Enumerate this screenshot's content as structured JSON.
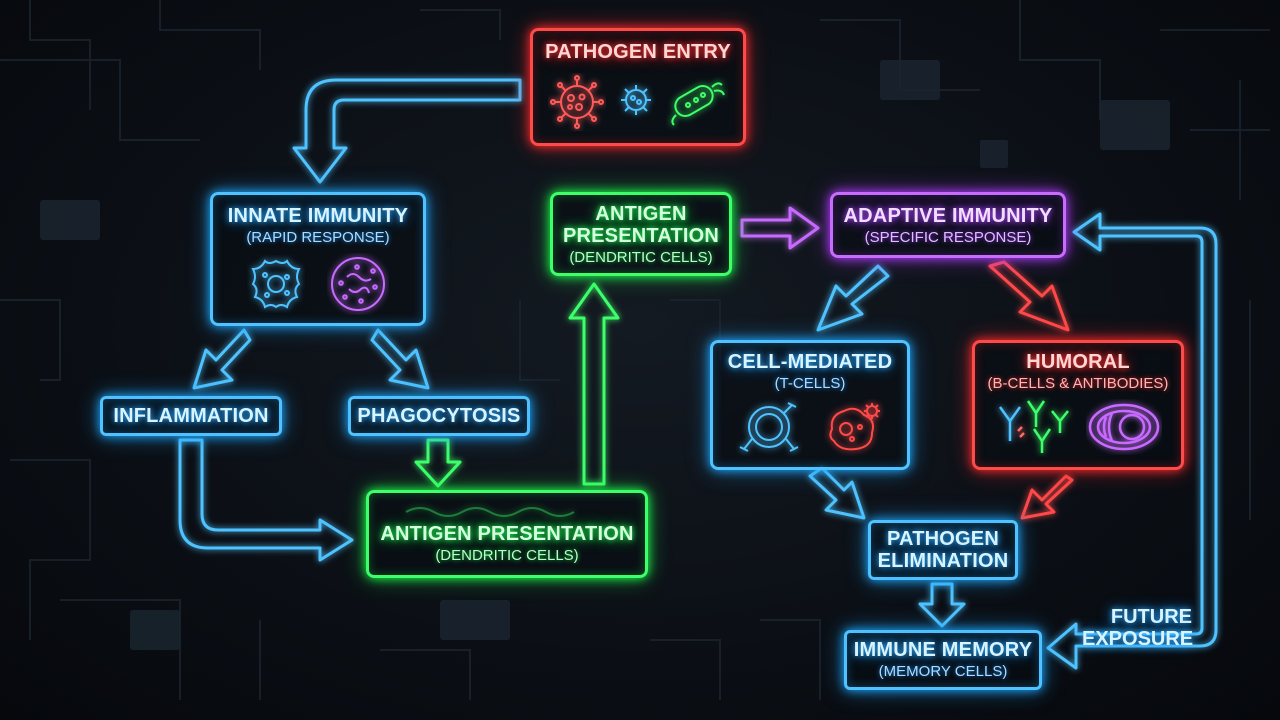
{
  "colors": {
    "blue": "#4fc3ff",
    "red": "#ff4a4a",
    "green": "#3dff6a",
    "purple": "#c86bff",
    "background": "#0b0f15"
  },
  "nodes": {
    "pathogen_entry": {
      "title": "PATHOGEN ENTRY",
      "icons": [
        "virus-icon",
        "bacteriophage-icon",
        "bacterium-icon"
      ]
    },
    "innate_immunity": {
      "title": "INNATE IMMUNITY",
      "subtitle": "(RAPID RESPONSE)",
      "icons": [
        "macrophage-icon",
        "neutrophil-icon"
      ]
    },
    "inflammation": {
      "title": "INFLAMMATION"
    },
    "phagocytosis": {
      "title": "PHAGOCYTOSIS"
    },
    "antigen_presentation_bottom": {
      "title": "ANTIGEN PRESENTATION",
      "subtitle": "(DENDRITIC CELLS)"
    },
    "antigen_presentation_top": {
      "title_line1": "ANTIGEN",
      "title_line2": "PRESENTATION",
      "subtitle": "(DENDRITIC CELLS)"
    },
    "adaptive_immunity": {
      "title": "ADAPTIVE IMMUNITY",
      "subtitle": "(SPECIFIC RESPONSE)"
    },
    "cell_mediated": {
      "title": "CELL-MEDIATED",
      "subtitle": "(T-CELLS)",
      "icons": [
        "t-cell-icon",
        "infected-cell-icon"
      ]
    },
    "humoral": {
      "title": "HUMORAL",
      "subtitle": "(B-CELLS & ANTIBODIES)",
      "icons": [
        "antibody-icon",
        "plasma-cell-icon"
      ]
    },
    "pathogen_elimination": {
      "title_line1": "PATHOGEN",
      "title_line2": "ELIMINATION"
    },
    "immune_memory": {
      "title": "IMMUNE MEMORY",
      "subtitle": "(MEMORY CELLS)"
    }
  },
  "labels": {
    "future_exposure_line1": "FUTURE",
    "future_exposure_line2": "EXPOSURE"
  }
}
